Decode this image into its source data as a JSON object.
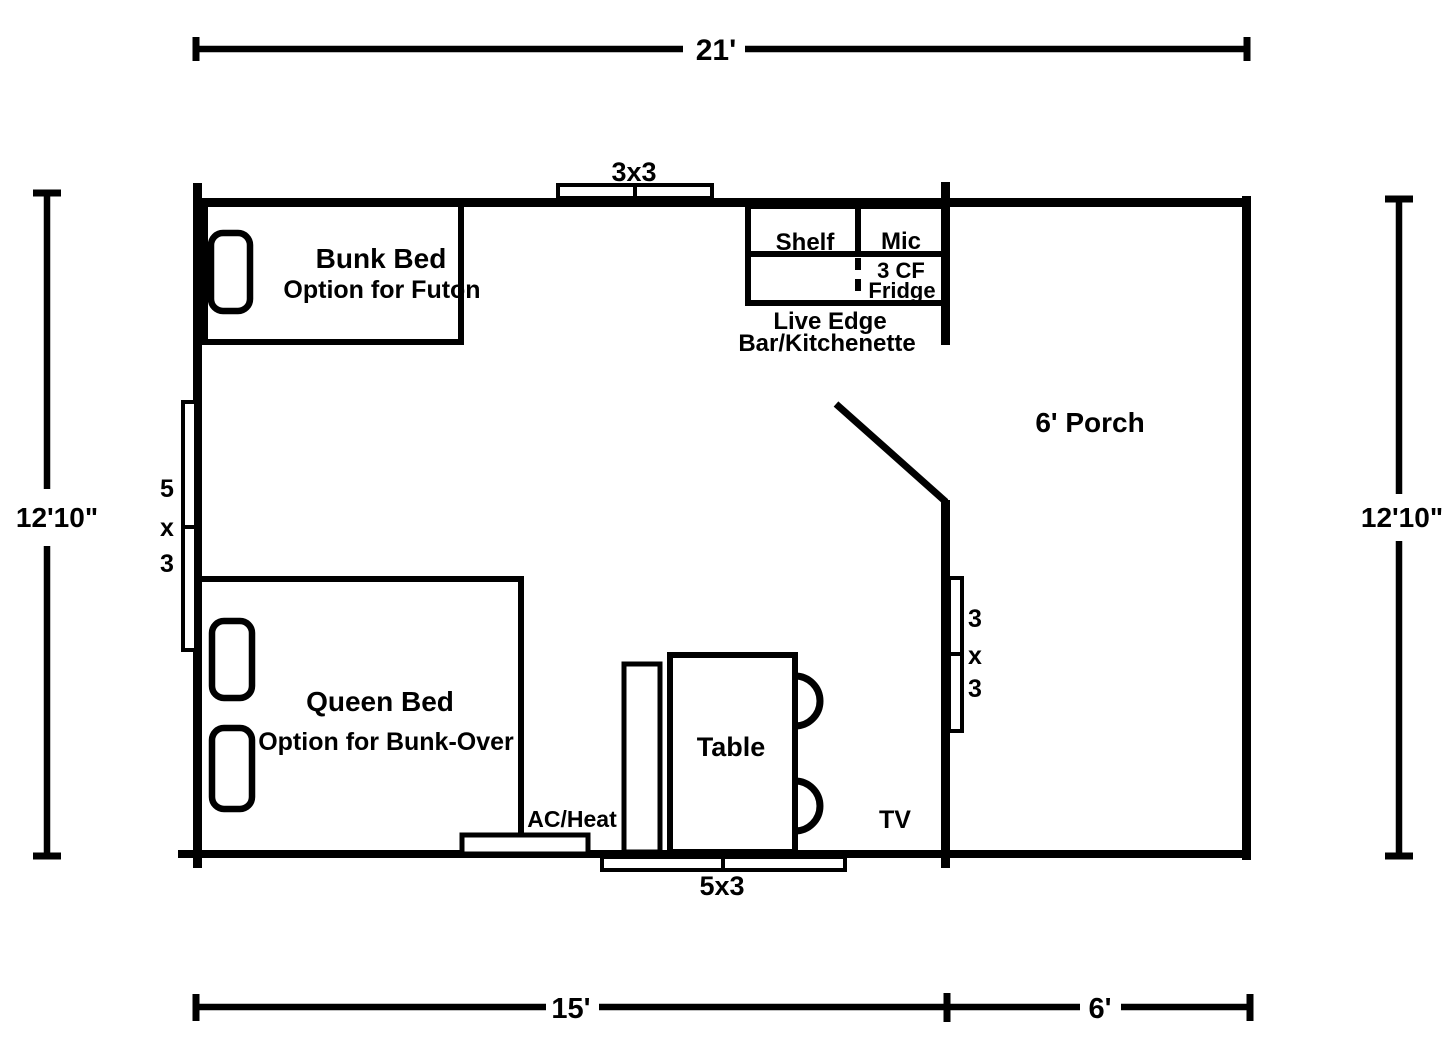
{
  "colors": {
    "line": "#000000",
    "background": "#ffffff"
  },
  "dimensions": {
    "width_total": "21'",
    "height_left": "12'10\"",
    "height_right": "12'10\"",
    "width_cabin": "15'",
    "width_porch": "6'"
  },
  "rooms": {
    "bunk_title": "Bunk Bed",
    "bunk_subtitle": "Option for Futon",
    "queen_title": "Queen Bed",
    "queen_subtitle": "Option for Bunk-Over",
    "porch_label": "6' Porch"
  },
  "kitchenette": {
    "shelf": "Shelf",
    "mic": "Mic",
    "fridge_line1": "3 CF",
    "fridge_line2": "Fridge",
    "caption_line1": "Live Edge",
    "caption_line2": "Bar/Kitchenette"
  },
  "furniture": {
    "table": "Table",
    "tv": "TV",
    "ac_heat": "AC/Heat"
  },
  "windows": {
    "top_label": "3x3",
    "bottom_label": "5x3",
    "left_l1": "5",
    "left_l2": "x",
    "left_l3": "3",
    "porch_l1": "3",
    "porch_l2": "x",
    "porch_l3": "3"
  }
}
